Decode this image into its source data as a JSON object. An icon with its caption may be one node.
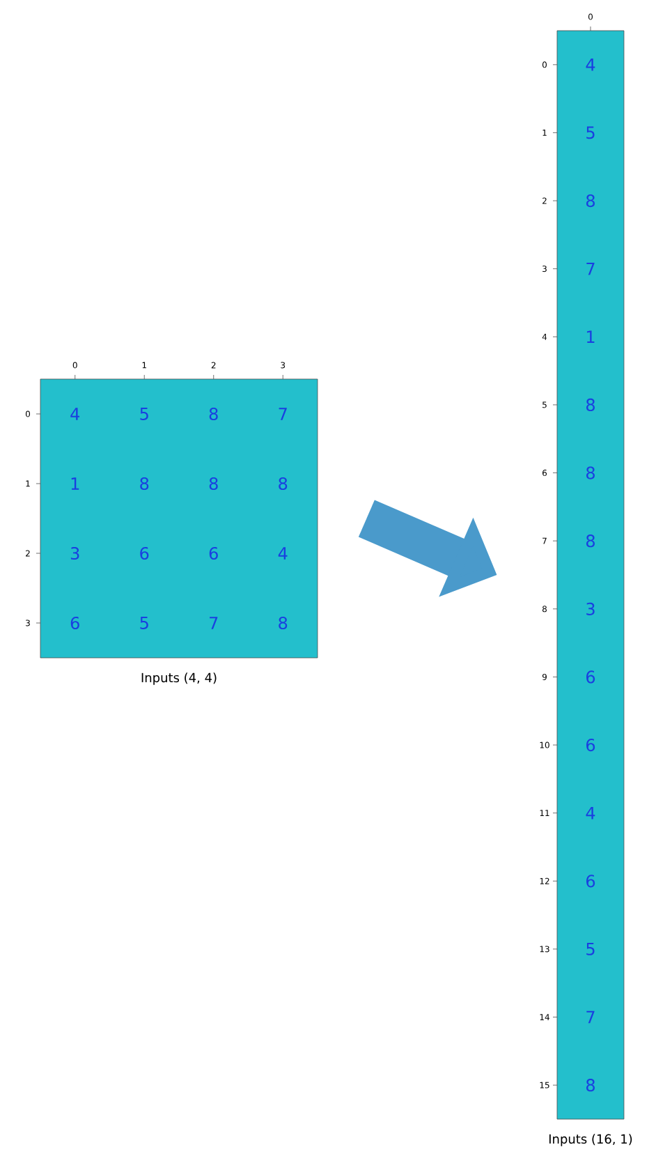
{
  "diagram": {
    "nodes": [
      {
        "text": [
          "Inputs (4, 4)"
        ]
      },
      {
        "text": [
          "Inputs (16, 1)"
        ]
      }
    ],
    "edges": [
      {
        "from": 0,
        "to": 1,
        "arrow": "to"
      }
    ],
    "labels": [
      "0",
      "1",
      "2",
      "3",
      "0",
      "1",
      "2",
      "3",
      "4",
      "5",
      "8",
      "7",
      "1",
      "8",
      "8",
      "8",
      "3",
      "6",
      "6",
      "4",
      "6",
      "5",
      "7",
      "8",
      "0",
      "0",
      "1",
      "2",
      "3",
      "4",
      "5",
      "6",
      "7",
      "8",
      "9",
      "10",
      "11",
      "12",
      "13",
      "14",
      "15",
      "4",
      "5",
      "8",
      "7",
      "1",
      "8",
      "8",
      "8",
      "3",
      "6",
      "6",
      "4",
      "6",
      "5",
      "7",
      "8"
    ]
  }
}
